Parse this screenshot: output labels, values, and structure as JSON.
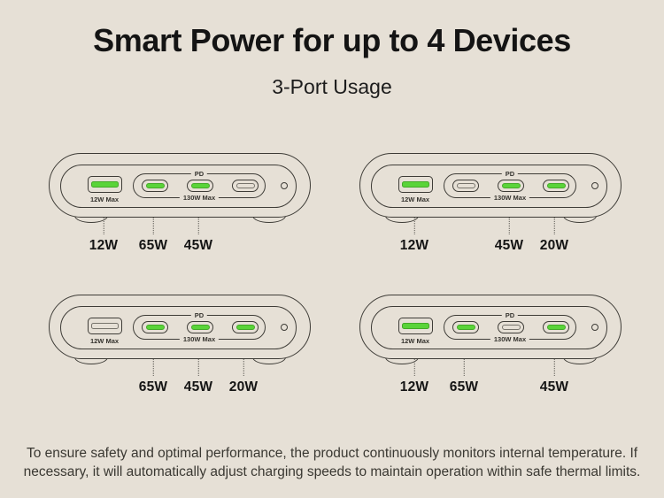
{
  "colors": {
    "background": "#e6e0d6",
    "outline": "#3e3c37",
    "active_green": "#5ad439"
  },
  "header": {
    "title": "Smart Power for up to 4 Devices",
    "subtitle": "3-Port Usage"
  },
  "port_labels": {
    "usba_max": "12W Max",
    "pd": "PD",
    "usbc_max": "130W Max"
  },
  "devices": [
    {
      "id": "top-left",
      "ports": [
        {
          "type": "usb-a",
          "active": true
        },
        {
          "type": "usb-c",
          "active": true
        },
        {
          "type": "usb-c",
          "active": true
        },
        {
          "type": "usb-c",
          "active": false
        }
      ],
      "callouts": [
        {
          "port": 0,
          "watts": "12W"
        },
        {
          "port": 1,
          "watts": "65W"
        },
        {
          "port": 2,
          "watts": "45W"
        }
      ]
    },
    {
      "id": "top-right",
      "ports": [
        {
          "type": "usb-a",
          "active": true
        },
        {
          "type": "usb-c",
          "active": false
        },
        {
          "type": "usb-c",
          "active": true
        },
        {
          "type": "usb-c",
          "active": true
        }
      ],
      "callouts": [
        {
          "port": 0,
          "watts": "12W"
        },
        {
          "port": 2,
          "watts": "45W"
        },
        {
          "port": 3,
          "watts": "20W"
        }
      ]
    },
    {
      "id": "bottom-left",
      "ports": [
        {
          "type": "usb-a",
          "active": false
        },
        {
          "type": "usb-c",
          "active": true
        },
        {
          "type": "usb-c",
          "active": true
        },
        {
          "type": "usb-c",
          "active": true
        }
      ],
      "callouts": [
        {
          "port": 1,
          "watts": "65W"
        },
        {
          "port": 2,
          "watts": "45W"
        },
        {
          "port": 3,
          "watts": "20W"
        }
      ]
    },
    {
      "id": "bottom-right",
      "ports": [
        {
          "type": "usb-a",
          "active": true
        },
        {
          "type": "usb-c",
          "active": true
        },
        {
          "type": "usb-c",
          "active": false
        },
        {
          "type": "usb-c",
          "active": true
        }
      ],
      "callouts": [
        {
          "port": 0,
          "watts": "12W"
        },
        {
          "port": 1,
          "watts": "65W"
        },
        {
          "port": 3,
          "watts": "45W"
        }
      ]
    }
  ],
  "footer": {
    "lines": [
      "To ensure safety and optimal performance, the product continuously monitors internal temperature. If",
      "necessary, it will automatically adjust charging speeds to maintain operation within safe thermal limits."
    ]
  }
}
